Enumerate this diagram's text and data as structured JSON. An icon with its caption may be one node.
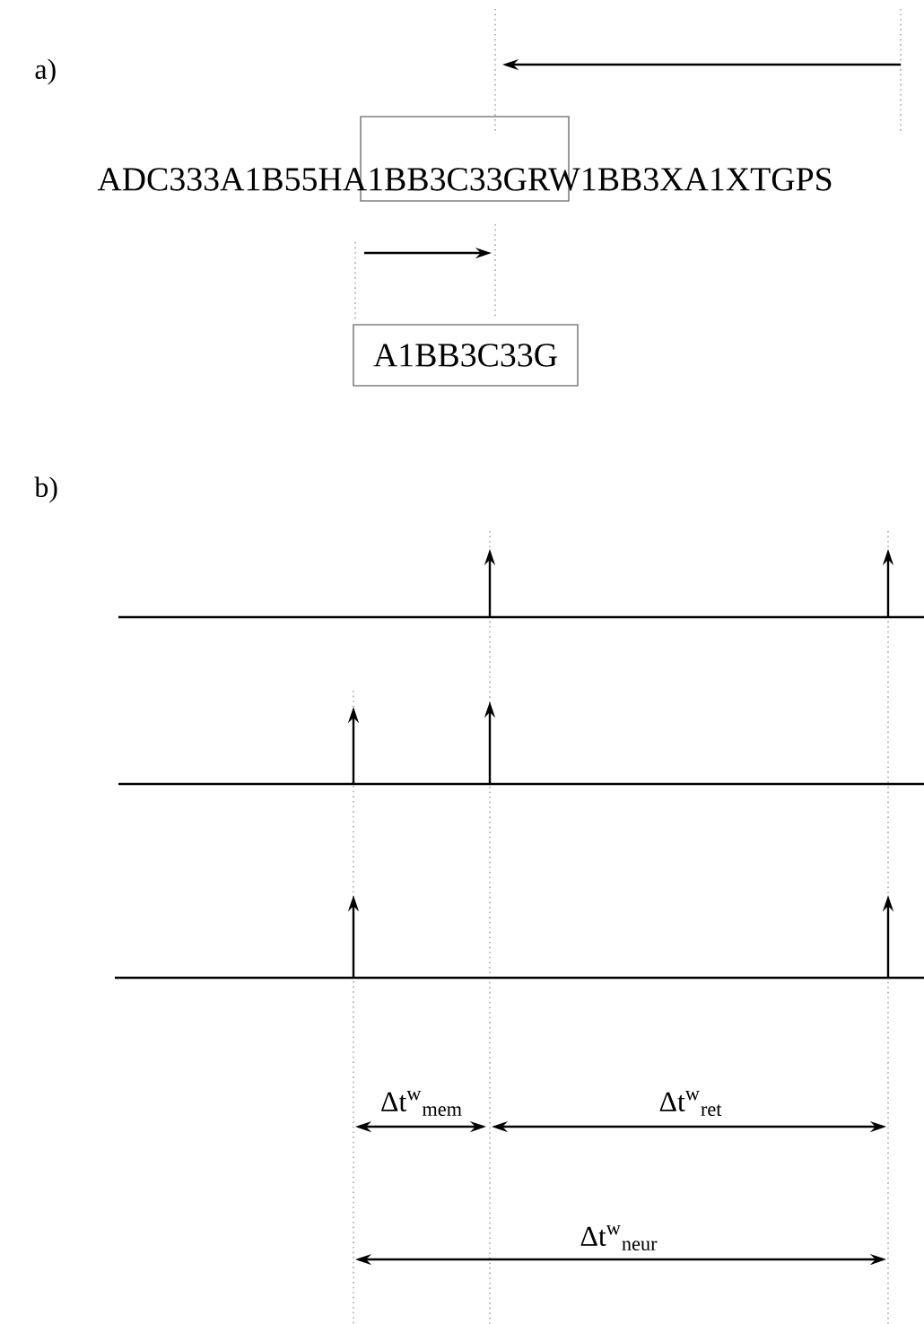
{
  "diagram": {
    "nodes": [
      {
        "text": [
          "A1BB3C33G"
        ]
      }
    ],
    "labels": [
      "a)",
      "ADC333A1B55HA1BB3C33GRW1BB3XA1XTGPS",
      "b)",
      "Δt$^{w}$$_{mem}$",
      "Δt$^{w}$$_{ret}$",
      "Δt$^{w}$$_{neur}$"
    ]
  }
}
